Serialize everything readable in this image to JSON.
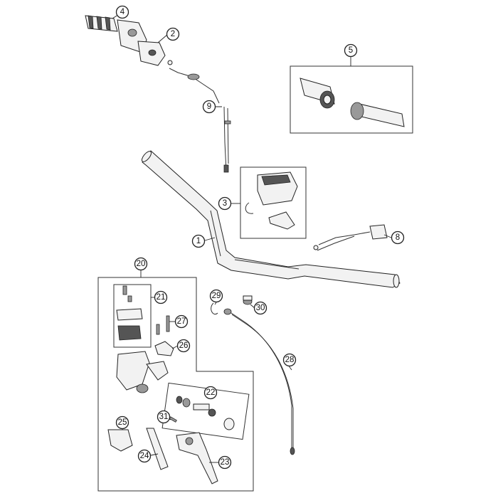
{
  "callouts": {
    "c1": "1",
    "c2": "2",
    "c3": "3",
    "c4": "4",
    "c5": "5",
    "c8": "8",
    "c9": "9",
    "c20": "20",
    "c21": "21",
    "c22": "22",
    "c23": "23",
    "c24": "24",
    "c25": "25",
    "c26": "26",
    "c27": "27",
    "c28": "28",
    "c29": "29",
    "c30": "30",
    "c31": "31"
  }
}
